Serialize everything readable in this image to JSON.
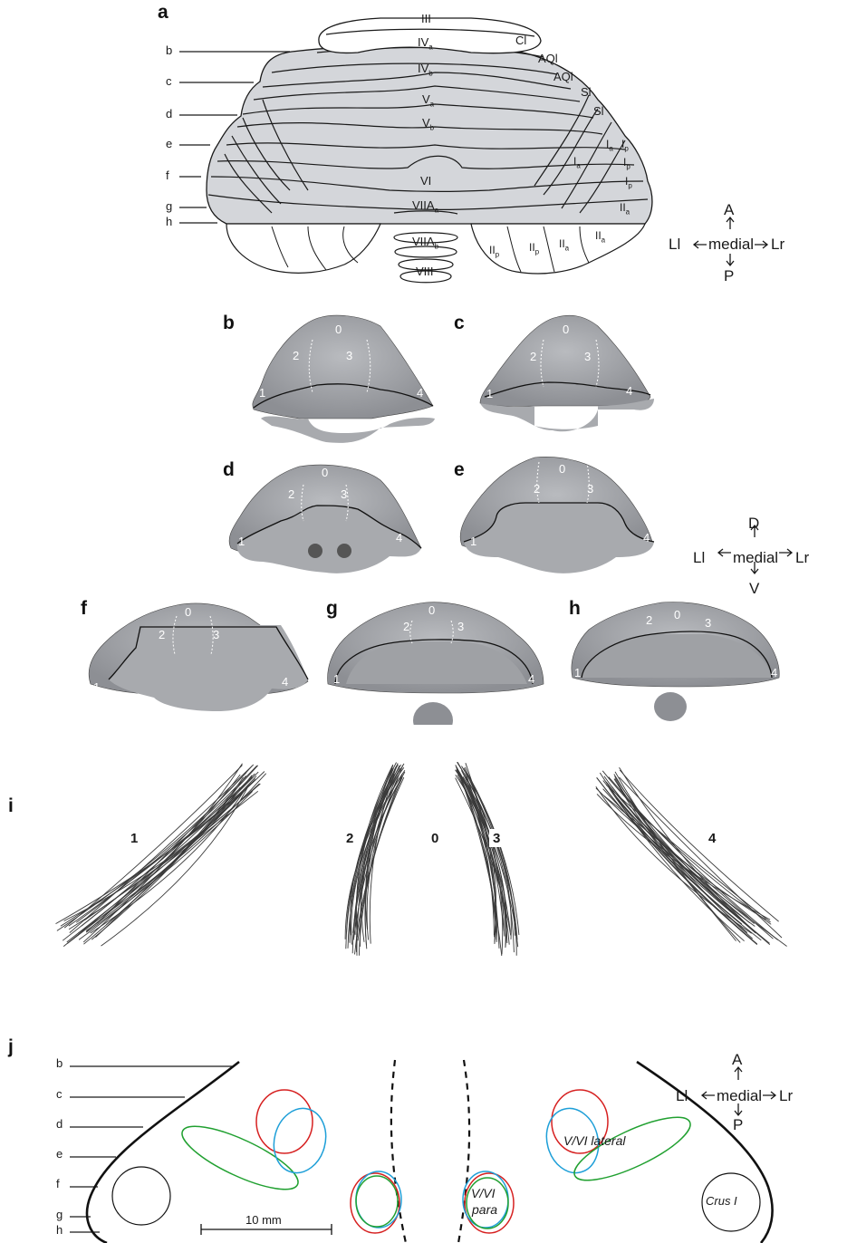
{
  "panels": {
    "a": "a",
    "b": "b",
    "c": "c",
    "d": "d",
    "e": "e",
    "f": "f",
    "g": "g",
    "h": "h",
    "i": "i",
    "j": "j"
  },
  "panel_a": {
    "level_labels": [
      "b",
      "c",
      "d",
      "e",
      "f",
      "g",
      "h"
    ],
    "lobules": {
      "III": "III",
      "IVa": "IV",
      "IVa_sub": "a",
      "IVb": "IV",
      "IVb_sub": "b",
      "Va": "V",
      "Va_sub": "a",
      "Vb": "V",
      "Vb_sub": "b",
      "VI": "VI",
      "VIIAa": "VIIA",
      "VIIAa_sub": "a",
      "VIIAb": "VIIA",
      "VIIAb_sub": "b",
      "VIII": "VIII"
    },
    "lateral_labels": {
      "Cl": "Cl",
      "AQl1": "AQl",
      "AQl2": "AQl",
      "Sl1": "Sl",
      "Sl2": "Sl",
      "I": "I",
      "II": "II",
      "sub_a": "a",
      "sub_p": "p"
    },
    "compass": {
      "top": "A",
      "bottom": "P",
      "left": "Ll",
      "center": "medial",
      "right": "Lr"
    }
  },
  "sections": {
    "markers": [
      "0",
      "1",
      "2",
      "3",
      "4"
    ],
    "compass": {
      "top": "D",
      "bottom": "V",
      "left": "Ll",
      "center": "medial",
      "right": "Lr"
    }
  },
  "panel_i": {
    "labels": [
      "1",
      "2",
      "0",
      "3",
      "4"
    ]
  },
  "panel_j": {
    "level_labels": [
      "b",
      "c",
      "d",
      "e",
      "f",
      "g",
      "h"
    ],
    "scale_bar": "10 mm",
    "region_para": "V/VI",
    "region_para2": "para",
    "region_lateral": "V/VI lateral",
    "crus": "Crus I",
    "compass": {
      "top": "A",
      "bottom": "P",
      "left": "Ll",
      "center": "medial",
      "right": "Lr"
    },
    "colors": {
      "red": "#d62020",
      "blue": "#1e9fd8",
      "green": "#20a030"
    }
  }
}
